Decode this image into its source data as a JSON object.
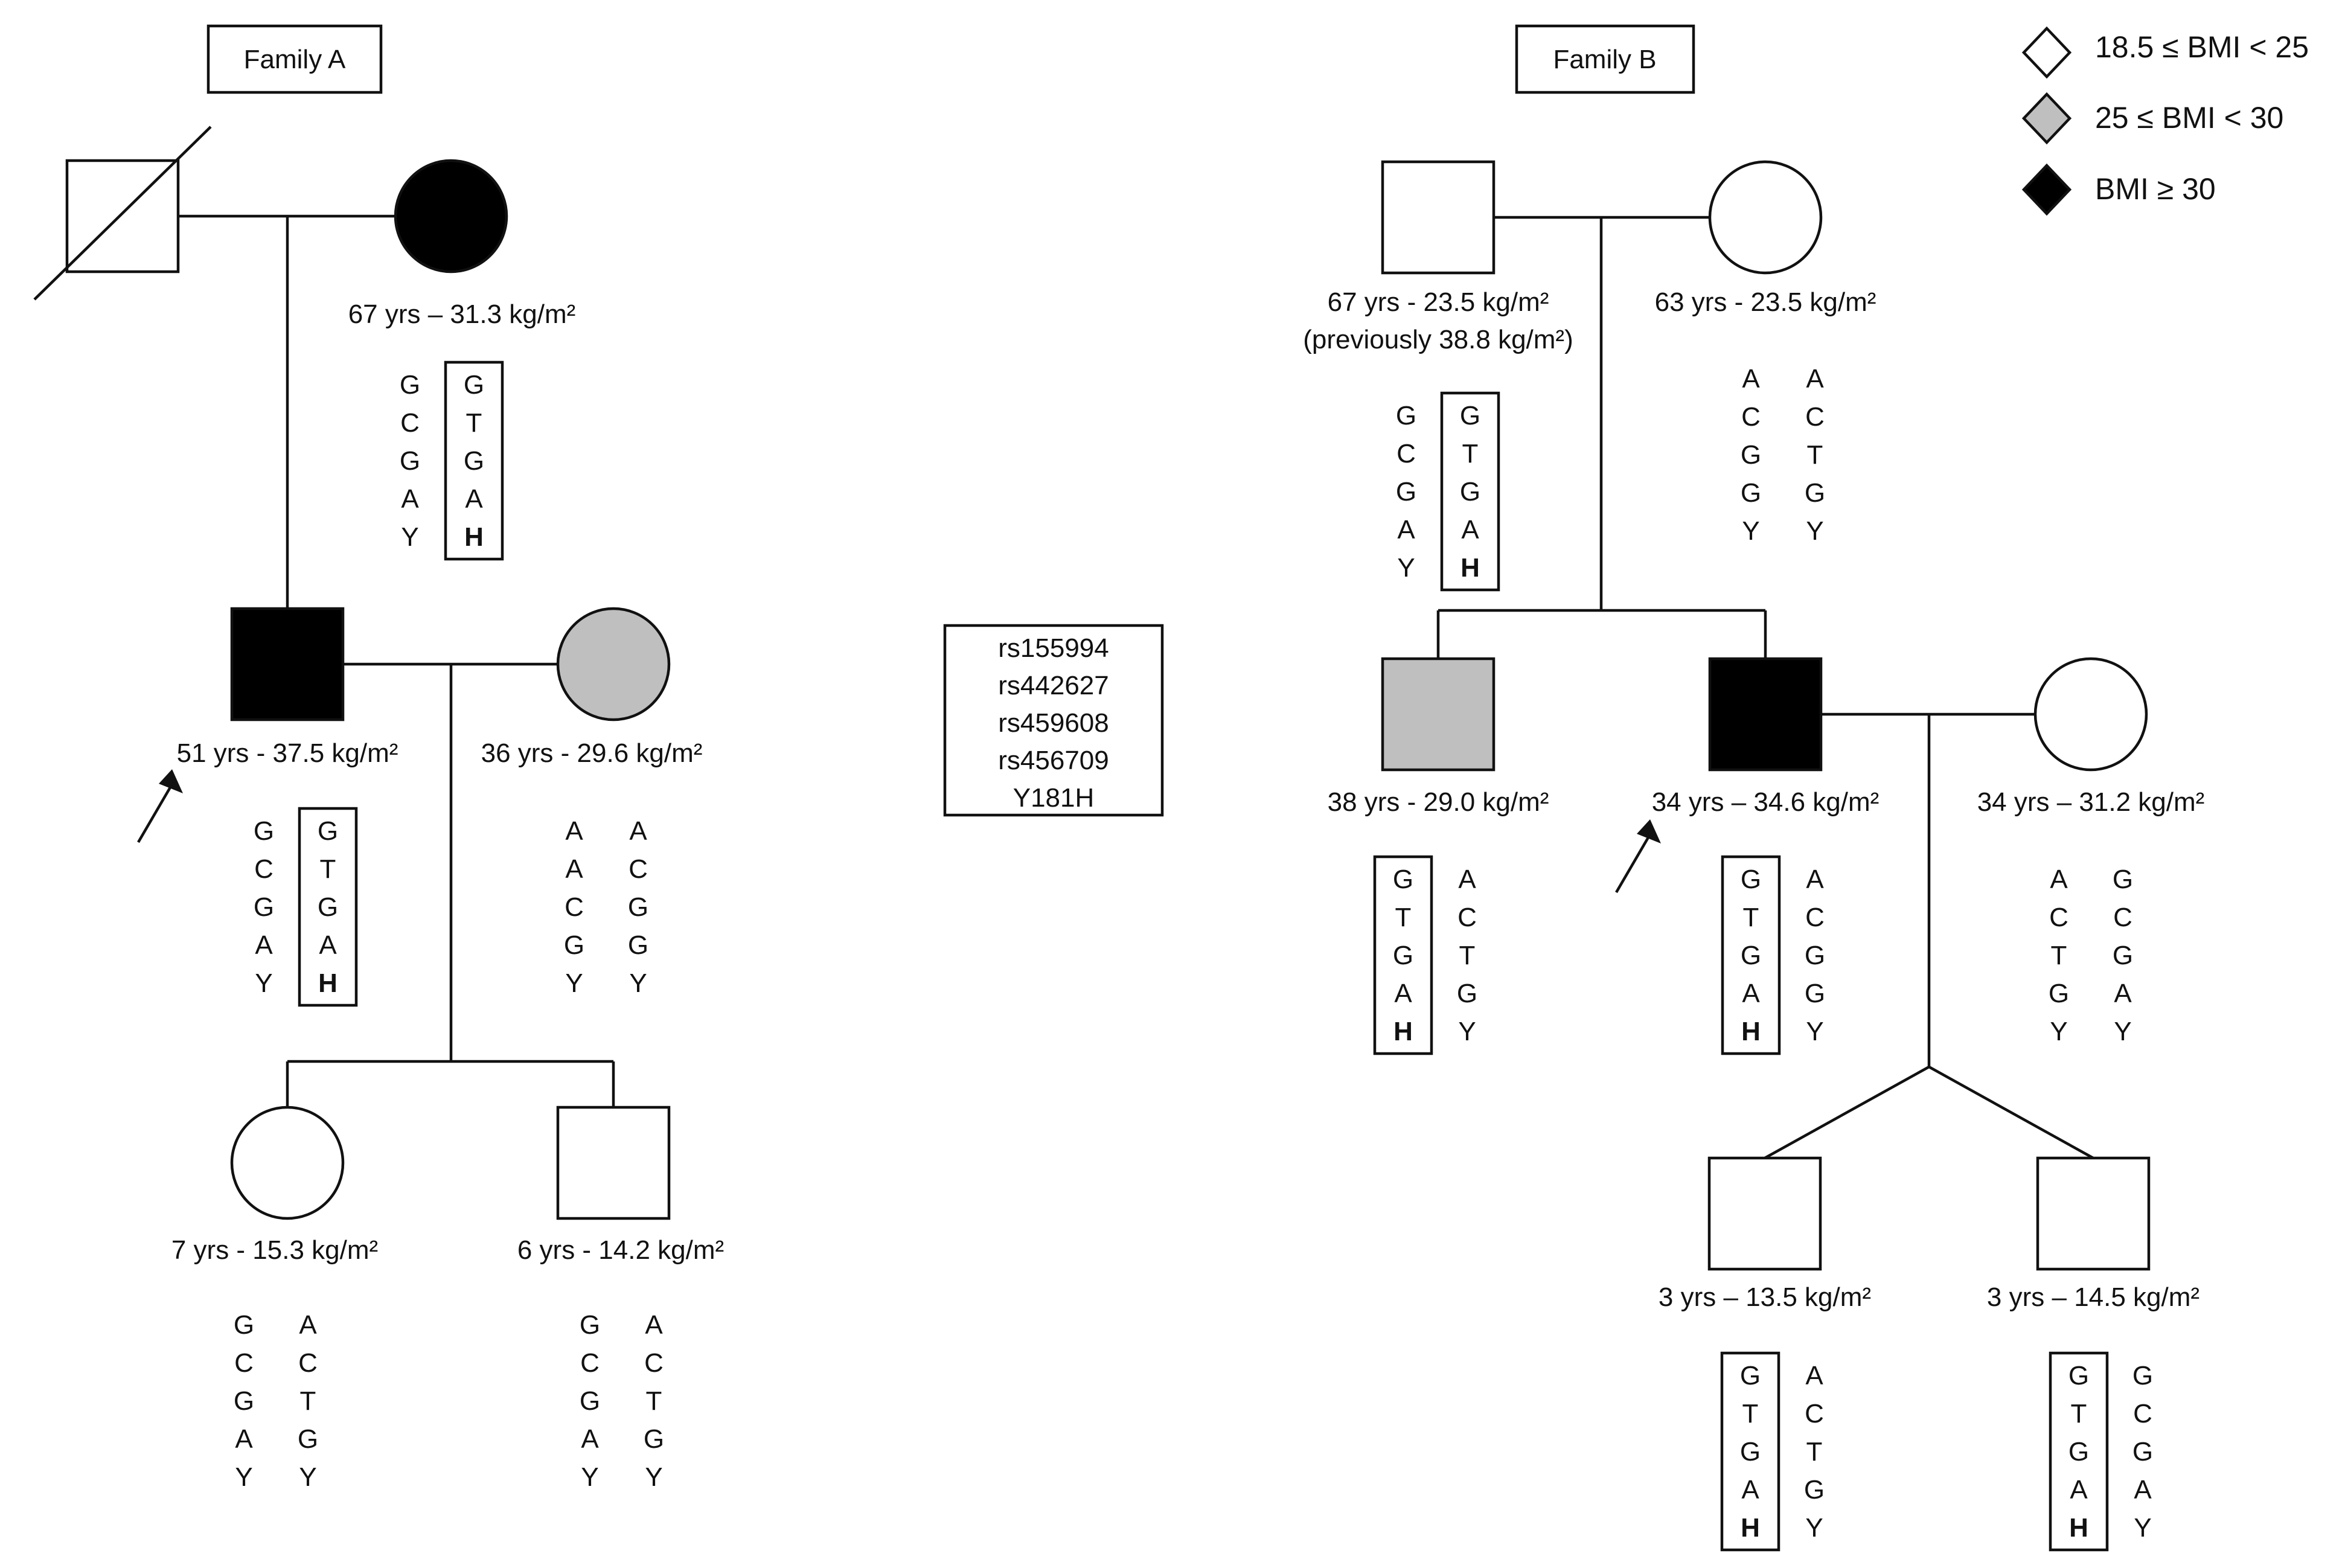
{
  "colors": {
    "unaffected": "#ffffff",
    "overweight": "#bfbfbf",
    "obese": "#000000",
    "line": "#111111"
  },
  "legend": [
    {
      "label": "18.5 ≤ BMI < 25",
      "status": "unaffected"
    },
    {
      "label": "25 ≤ BMI < 30",
      "status": "overweight"
    },
    {
      "label": "BMI  ≥ 30",
      "status": "obese"
    }
  ],
  "snp_box": [
    "rs155994",
    "rs442627",
    "rs459608",
    "rs456709",
    "Y181H"
  ],
  "families": [
    {
      "title": "Family A",
      "members": [
        {
          "id": "A-I-1",
          "sex": "male",
          "status": "unaffected",
          "deceased": true,
          "label": "",
          "label2": "",
          "hap_left": [],
          "hap_right": [],
          "boxed": ""
        },
        {
          "id": "A-I-2",
          "sex": "female",
          "status": "obese",
          "deceased": false,
          "label": "67 yrs – 31.3 kg/m²",
          "label2": "",
          "hap_left": [
            "G",
            "C",
            "G",
            "A",
            "Y"
          ],
          "hap_right": [
            "G",
            "T",
            "G",
            "A",
            "H"
          ],
          "boxed": "right"
        },
        {
          "id": "A-II-1",
          "sex": "male",
          "status": "obese",
          "deceased": false,
          "proband": true,
          "label": "51 yrs - 37.5 kg/m²",
          "label2": "",
          "hap_left": [
            "G",
            "C",
            "G",
            "A",
            "Y"
          ],
          "hap_right": [
            "G",
            "T",
            "G",
            "A",
            "H"
          ],
          "boxed": "right"
        },
        {
          "id": "A-II-2",
          "sex": "female",
          "status": "overweight",
          "deceased": false,
          "label": "36 yrs - 29.6 kg/m²",
          "label2": "",
          "hap_left": [
            "A",
            "A",
            "C",
            "G",
            "Y"
          ],
          "hap_right": [
            "A",
            "C",
            "G",
            "G",
            "Y"
          ],
          "boxed": ""
        },
        {
          "id": "A-III-1",
          "sex": "female",
          "status": "unaffected",
          "deceased": false,
          "label": "7 yrs - 15.3 kg/m²",
          "label2": "",
          "hap_left": [
            "G",
            "C",
            "G",
            "A",
            "Y"
          ],
          "hap_right": [
            "A",
            "C",
            "T",
            "G",
            "Y"
          ],
          "boxed": ""
        },
        {
          "id": "A-III-2",
          "sex": "male",
          "status": "unaffected",
          "deceased": false,
          "label": "6 yrs - 14.2 kg/m²",
          "label2": "",
          "hap_left": [
            "G",
            "C",
            "G",
            "A",
            "Y"
          ],
          "hap_right": [
            "A",
            "C",
            "T",
            "G",
            "Y"
          ],
          "boxed": ""
        }
      ]
    },
    {
      "title": "Family B",
      "members": [
        {
          "id": "B-I-1",
          "sex": "male",
          "status": "unaffected",
          "deceased": false,
          "label": "67 yrs - 23.5 kg/m²",
          "label2": "(previously 38.8 kg/m²)",
          "hap_left": [
            "G",
            "C",
            "G",
            "A",
            "Y"
          ],
          "hap_right": [
            "G",
            "T",
            "G",
            "A",
            "H"
          ],
          "boxed": "right"
        },
        {
          "id": "B-I-2",
          "sex": "female",
          "status": "unaffected",
          "deceased": false,
          "label": "63 yrs - 23.5 kg/m²",
          "label2": "",
          "hap_left": [
            "A",
            "C",
            "G",
            "G",
            "Y"
          ],
          "hap_right": [
            "A",
            "C",
            "T",
            "G",
            "Y"
          ],
          "boxed": ""
        },
        {
          "id": "B-II-1",
          "sex": "male",
          "status": "overweight",
          "deceased": false,
          "label": "38 yrs - 29.0 kg/m²",
          "label2": "",
          "hap_left": [
            "G",
            "T",
            "G",
            "A",
            "H"
          ],
          "hap_right": [
            "A",
            "C",
            "T",
            "G",
            "Y"
          ],
          "boxed": "left"
        },
        {
          "id": "B-II-2",
          "sex": "male",
          "status": "obese",
          "deceased": false,
          "proband": true,
          "label": "34 yrs – 34.6 kg/m²",
          "label2": "",
          "hap_left": [
            "G",
            "T",
            "G",
            "A",
            "H"
          ],
          "hap_right": [
            "A",
            "C",
            "G",
            "G",
            "Y"
          ],
          "boxed": "left"
        },
        {
          "id": "B-II-3",
          "sex": "female",
          "status": "unaffected",
          "deceased": false,
          "label": "34 yrs – 31.2 kg/m²",
          "label2": "",
          "hap_left": [
            "A",
            "C",
            "T",
            "G",
            "Y"
          ],
          "hap_right": [
            "G",
            "C",
            "G",
            "A",
            "Y"
          ],
          "boxed": ""
        },
        {
          "id": "B-III-1",
          "sex": "male",
          "status": "unaffected",
          "deceased": false,
          "label": "3 yrs – 13.5 kg/m²",
          "label2": "",
          "hap_left": [
            "G",
            "T",
            "G",
            "A",
            "H"
          ],
          "hap_right": [
            "A",
            "C",
            "T",
            "G",
            "Y"
          ],
          "boxed": "left"
        },
        {
          "id": "B-III-2",
          "sex": "male",
          "status": "unaffected",
          "deceased": false,
          "label": "3 yrs – 14.5 kg/m²",
          "label2": "",
          "hap_left": [
            "G",
            "T",
            "G",
            "A",
            "H"
          ],
          "hap_right": [
            "G",
            "C",
            "G",
            "A",
            "Y"
          ],
          "boxed": "left"
        }
      ]
    }
  ]
}
